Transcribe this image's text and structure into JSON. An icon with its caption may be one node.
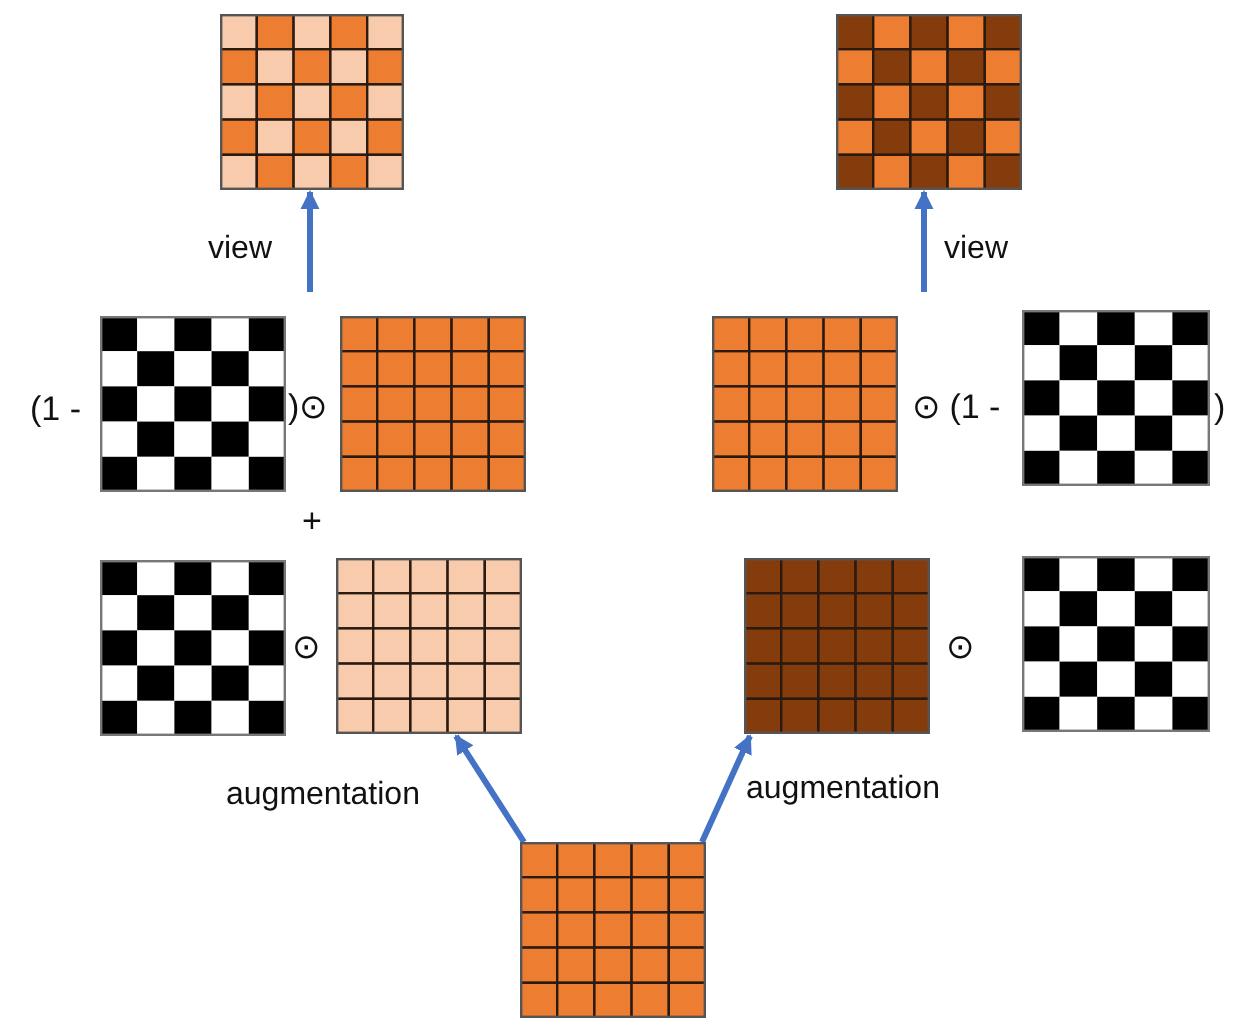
{
  "diagram": {
    "nodes": [
      {
        "text": [],
        "shape": "grid"
      },
      {
        "text": [],
        "shape": "grid"
      },
      {
        "text": [],
        "shape": "grid"
      },
      {
        "text": [],
        "shape": "grid"
      },
      {
        "text": [],
        "shape": "grid"
      },
      {
        "text": [],
        "shape": "grid"
      },
      {
        "text": [],
        "shape": "grid"
      },
      {
        "text": [],
        "shape": "grid"
      },
      {
        "text": [],
        "shape": "grid"
      },
      {
        "text": [],
        "shape": "grid"
      },
      {
        "text": [],
        "shape": "grid"
      }
    ],
    "edges": [
      {
        "from": null,
        "to": 0,
        "arrow": "to",
        "label": "view"
      },
      {
        "from": null,
        "to": 1,
        "arrow": "to",
        "label": "view"
      },
      {
        "from": 10,
        "to": 7,
        "arrow": "to",
        "label": "augmentation"
      },
      {
        "from": 10,
        "to": 8,
        "arrow": "to",
        "label": "augmentation"
      }
    ],
    "labels": [
      "(1 -",
      ")⊙",
      "⊙ (1 -",
      ")",
      "+",
      "⊙",
      "⊙"
    ]
  }
}
